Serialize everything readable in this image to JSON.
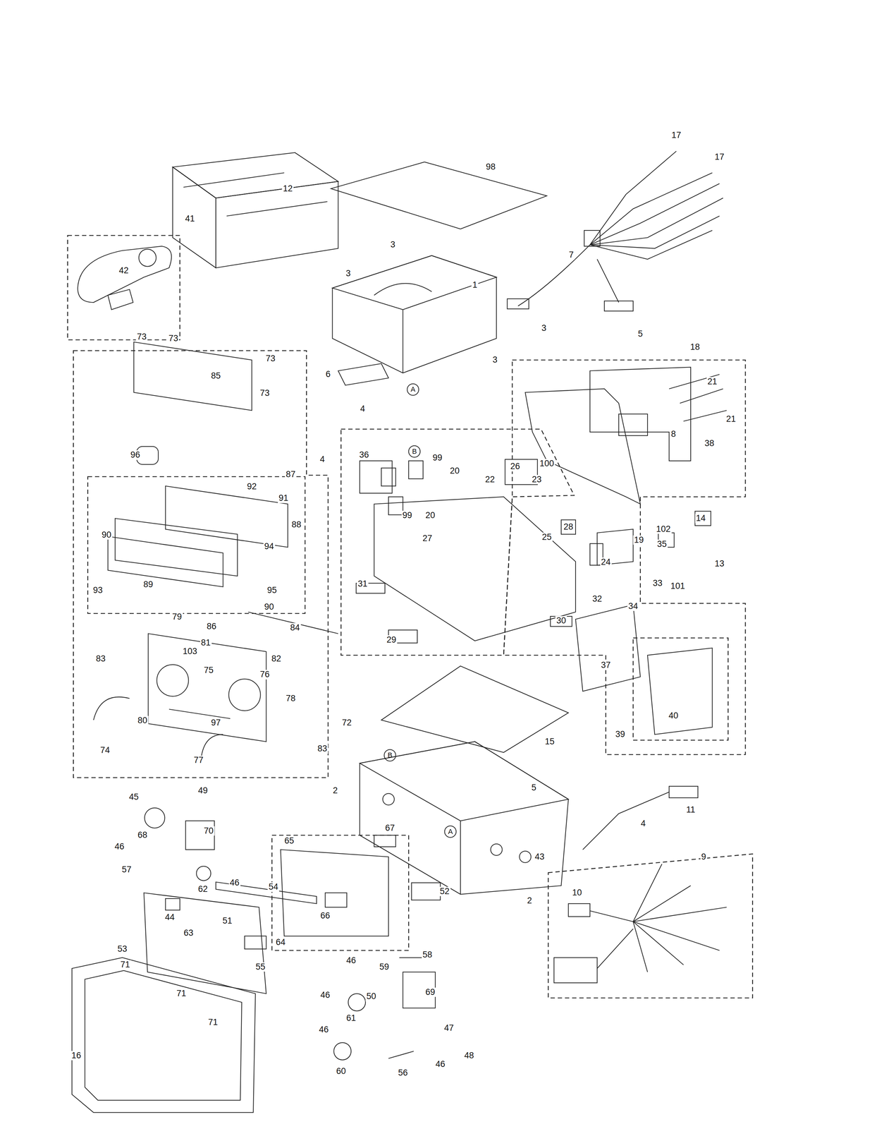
{
  "diagram": {
    "labels": [
      "17",
      "17",
      "98",
      "12",
      "3",
      "3",
      "1",
      "7",
      "41",
      "42",
      "3",
      "3",
      "5",
      "18",
      "21",
      "21",
      "6",
      "A",
      "73",
      "73",
      "85",
      "73",
      "73",
      "96",
      "87",
      "92",
      "91",
      "88",
      "90",
      "94",
      "93",
      "89",
      "95",
      "90",
      "4",
      "4",
      "B",
      "36",
      "99",
      "20",
      "22",
      "26",
      "23",
      "100",
      "99",
      "20",
      "25",
      "27",
      "28",
      "24",
      "19",
      "35",
      "33",
      "38",
      "8",
      "14",
      "102",
      "13",
      "101",
      "31",
      "32",
      "30",
      "29",
      "34",
      "37",
      "40",
      "39",
      "15",
      "79",
      "86",
      "81",
      "84",
      "103",
      "82",
      "75",
      "76",
      "83",
      "78",
      "80",
      "74",
      "97",
      "72",
      "83",
      "77",
      "B",
      "2",
      "5",
      "45",
      "49",
      "68",
      "70",
      "46",
      "57",
      "62",
      "46",
      "65",
      "67",
      "66",
      "52",
      "11",
      "4",
      "43",
      "A",
      "2",
      "9",
      "10",
      "44",
      "54",
      "51",
      "63",
      "64",
      "53",
      "71",
      "55",
      "16",
      "71",
      "71",
      "46",
      "59",
      "58",
      "69",
      "46",
      "50",
      "61",
      "46",
      "47",
      "60",
      "56",
      "48",
      "46"
    ]
  }
}
